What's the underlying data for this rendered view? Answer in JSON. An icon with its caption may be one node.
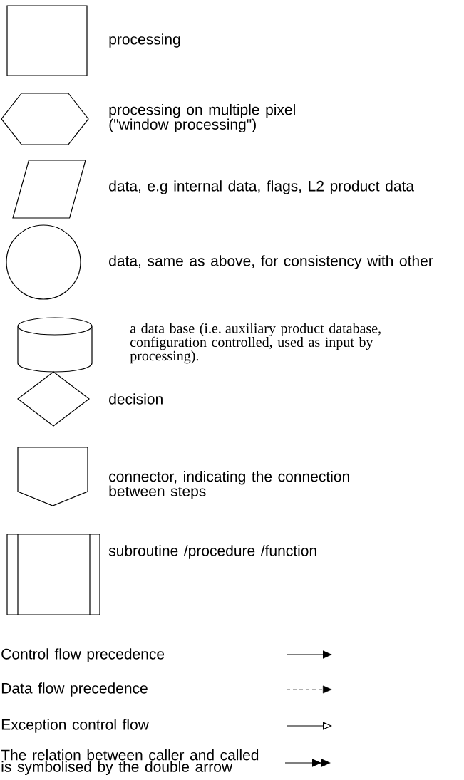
{
  "diagram": {
    "nodes": [
      {
        "text": [],
        "shape": "box",
        "beside": [
          "processing"
        ]
      },
      {
        "text": [],
        "shape": "hexagon",
        "beside": [
          "processing on multiple pixel (\"window processing\")"
        ]
      },
      {
        "text": [],
        "shape": "parallelogram",
        "beside": [
          "data, e.g internal data, flags, L2 product data"
        ]
      },
      {
        "text": [],
        "shape": "circle",
        "beside": [
          "data, same as above, for consistency with other"
        ]
      },
      {
        "text": [],
        "shape": "cylinder",
        "beside": [
          "a data base (i.e. auxiliary product database, configuration controlled, used as input by processing)."
        ]
      },
      {
        "text": [],
        "shape": "diamond",
        "beside": [
          "decision"
        ]
      },
      {
        "text": [],
        "shape": "pentagon",
        "beside": [
          "connector, indicating the connection between steps"
        ]
      },
      {
        "text": [],
        "shape": "subroutine",
        "beside": [
          "subroutine /procedure /function"
        ]
      }
    ],
    "legend": [
      {
        "text": "Control flow precedence"
      },
      {
        "text": "Data flow precedence"
      },
      {
        "text": "Exception control flow"
      },
      {
        "text": "The relation between caller and called is symbolised by the double arrow"
      }
    ]
  }
}
